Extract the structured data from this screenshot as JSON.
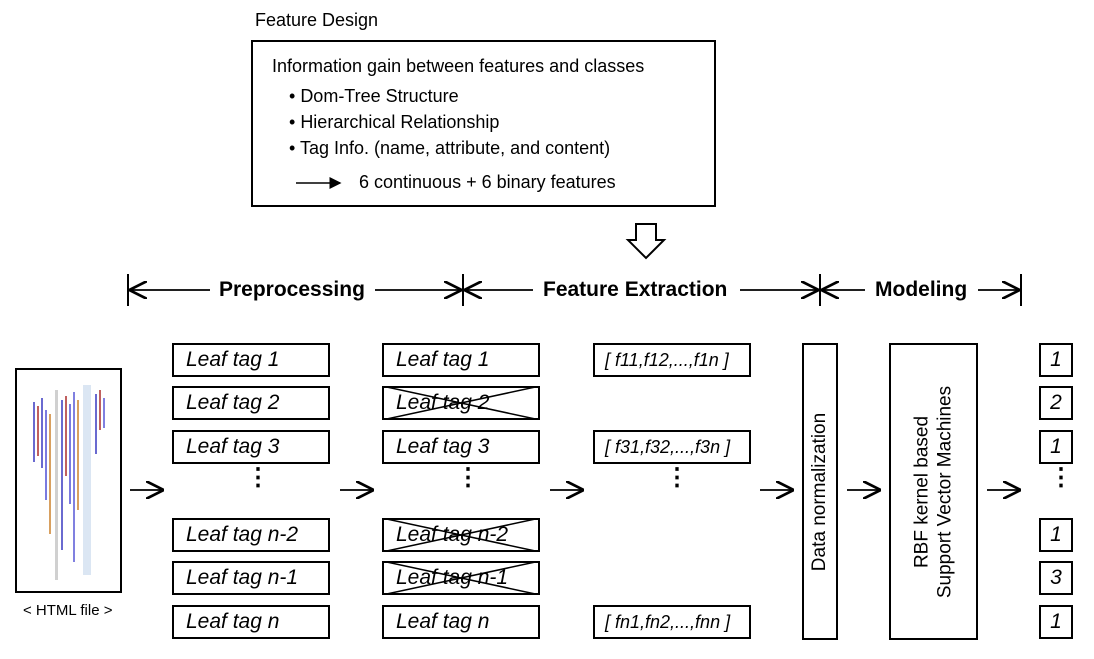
{
  "feature_design": {
    "title": "Feature Design",
    "heading": "Information gain between features and classes",
    "bullets": [
      "Dom-Tree Structure",
      "Hierarchical Relationship",
      "Tag Info. (name, attribute, and content)"
    ],
    "result": "6 continuous + 6 binary features"
  },
  "stages": {
    "preprocessing": "Preprocessing",
    "feature_extraction": "Feature Extraction",
    "modeling": "Modeling"
  },
  "html_file_label": "< HTML file >",
  "leaf_tags": [
    "Leaf tag 1",
    "Leaf tag 2",
    "Leaf tag 3",
    "Leaf tag n-2",
    "Leaf tag n-1",
    "Leaf tag n"
  ],
  "filtered_tags": [
    "Leaf tag 1",
    "Leaf tag 2",
    "Leaf tag 3",
    "Leaf tag n-2",
    "Leaf tag n-1",
    "Leaf tag n"
  ],
  "removed_tags": [
    false,
    true,
    false,
    true,
    true,
    false
  ],
  "feature_vectors": [
    "[ f11,f12,...,f1n ]",
    "[ f31,f32,...,f3n ]",
    "[ fn1,fn2,...,fnn ]"
  ],
  "normalization_label": "Data normalization",
  "svm_label_line1": "RBF kernel based",
  "svm_label_line2": "Support Vector Machines",
  "classes": [
    "1",
    "2",
    "1",
    "1",
    "3",
    "1"
  ],
  "ellipsis": "⋮"
}
